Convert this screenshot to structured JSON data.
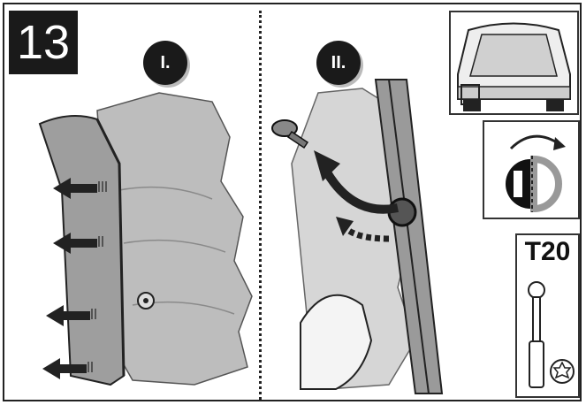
{
  "step": {
    "number": "13"
  },
  "panels": [
    {
      "badge": "I."
    },
    {
      "badge": "II."
    }
  ],
  "tool": {
    "label": "T20"
  },
  "icons": {
    "car_rear": "car-rear-view-icon",
    "rotate": "rotate-half-turn-icon",
    "wrench": "torx-screwdriver-icon",
    "screw": "screw-icon"
  },
  "colors": {
    "ink": "#1a1a1a",
    "panel_gray": "#b5b5b5",
    "light_gray": "#d9d9d9"
  }
}
